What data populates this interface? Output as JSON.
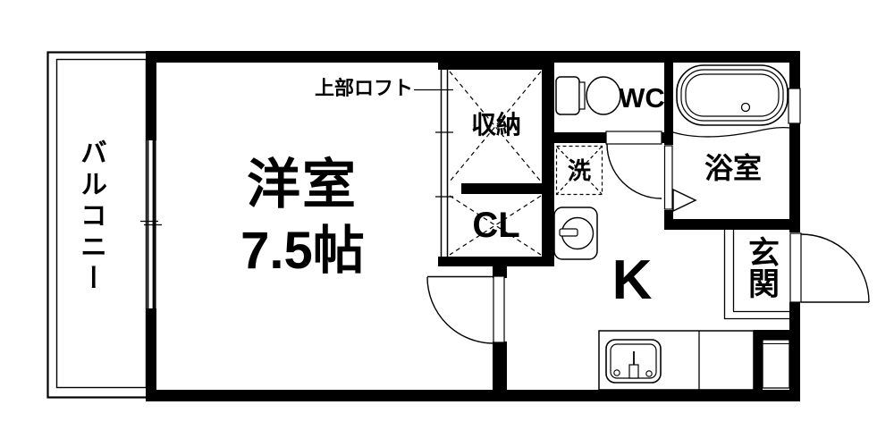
{
  "plan": {
    "type": "apartment-floor-plan",
    "colors": {
      "line": "#000000",
      "background": "#ffffff"
    }
  },
  "rooms": {
    "balcony": {
      "label": "バルコニー"
    },
    "western_room": {
      "label": "洋室",
      "size": "7.5帖"
    },
    "loft": {
      "note": "上部ロフト"
    },
    "storage": {
      "label": "収納"
    },
    "closet": {
      "label": "CL"
    },
    "laundry": {
      "label": "洗"
    },
    "toilet": {
      "label": "WC"
    },
    "bathroom": {
      "label": "浴室"
    },
    "kitchen": {
      "label": "K"
    },
    "entrance": {
      "label": "玄関"
    }
  },
  "fixtures": [
    "bathtub-icon",
    "toilet-icon",
    "washbasin-icon",
    "kitchen-sink-icon",
    "washing-machine-space",
    "entrance-door",
    "room-door",
    "wc-door",
    "bath-folding-door",
    "balcony-sliding-window",
    "bathroom-window",
    "closet-sliding-door"
  ]
}
